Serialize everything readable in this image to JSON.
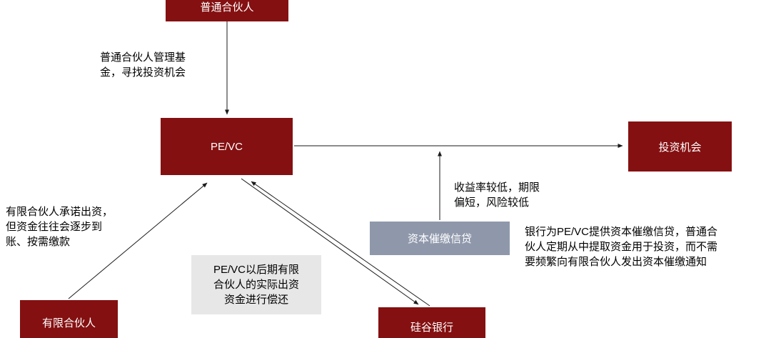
{
  "diagram": {
    "nodes": {
      "general_partner": "普通合伙人",
      "pevc": "PE/VC",
      "investment_opportunity": "投资机会",
      "capital_call_credit": "资本催缴信贷",
      "limited_partner": "有限合伙人",
      "svb": "硅谷银行"
    },
    "annotations": {
      "gp_manages": "普通合伙人管理基\n金，寻找投资机会",
      "lp_commitment": "有限合伙人承诺出资，\n但资金往往会逐步到\n账、按需缴款",
      "yield_note": "收益率较低，期限\n偏短，风险较低",
      "repayment_note": "PE/VC以后期有限\n合伙人的实际出资\n资金进行偿还",
      "bank_note": "银行为PE/VC提供资本催缴信贷，普通合\n伙人定期从中提取资金用于投资，而不需\n要频繁向有限合伙人发出资本催缴通知"
    },
    "colors": {
      "node_red": "#841011",
      "node_gray_blue": "#8f98ab",
      "note_gray": "#e7e7e7",
      "arrow": "#1a1a1a"
    }
  }
}
